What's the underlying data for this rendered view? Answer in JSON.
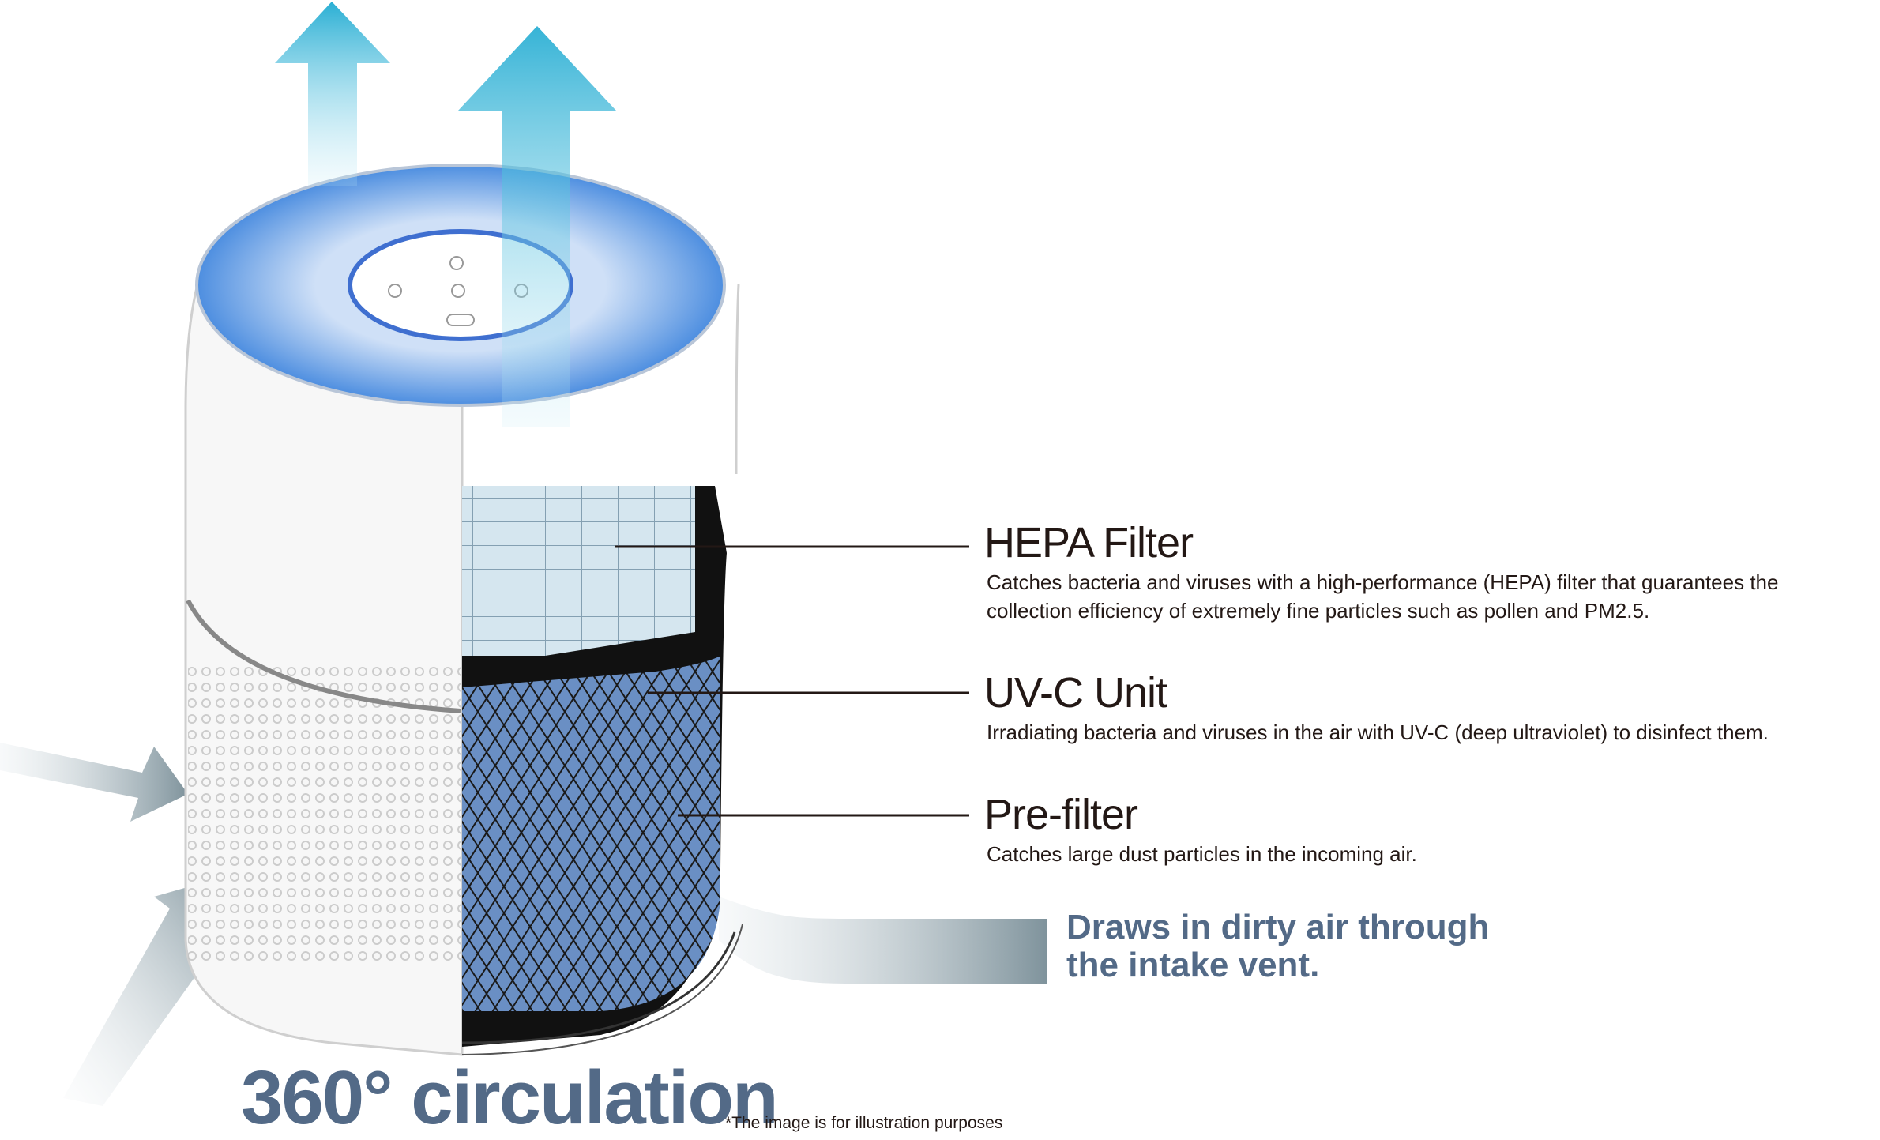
{
  "features": [
    {
      "title": "HEPA Filter",
      "description_lines": [
        "Catches bacteria and viruses with a high-performance (HEPA) filter that guarantees the",
        "collection efficiency of extremely fine particles such as pollen and PM2.5."
      ]
    },
    {
      "title": "UV-C Unit",
      "description_lines": [
        "Irradiating bacteria and viruses in the air with UV-C (deep ultraviolet) to disinfect them."
      ]
    },
    {
      "title": "Pre-filter",
      "description_lines": [
        "Catches large dust particles in the incoming air."
      ]
    }
  ],
  "intake": {
    "lines": [
      "Draws in dirty air through",
      "the intake vent."
    ]
  },
  "headline": "360° circulation",
  "disclaimer": "*The image is for illustration purposes",
  "colors": {
    "accent": "#536a87",
    "text": "#231815",
    "airflow_up": "#1aa9cf",
    "airflow_in": "#7f939c"
  }
}
